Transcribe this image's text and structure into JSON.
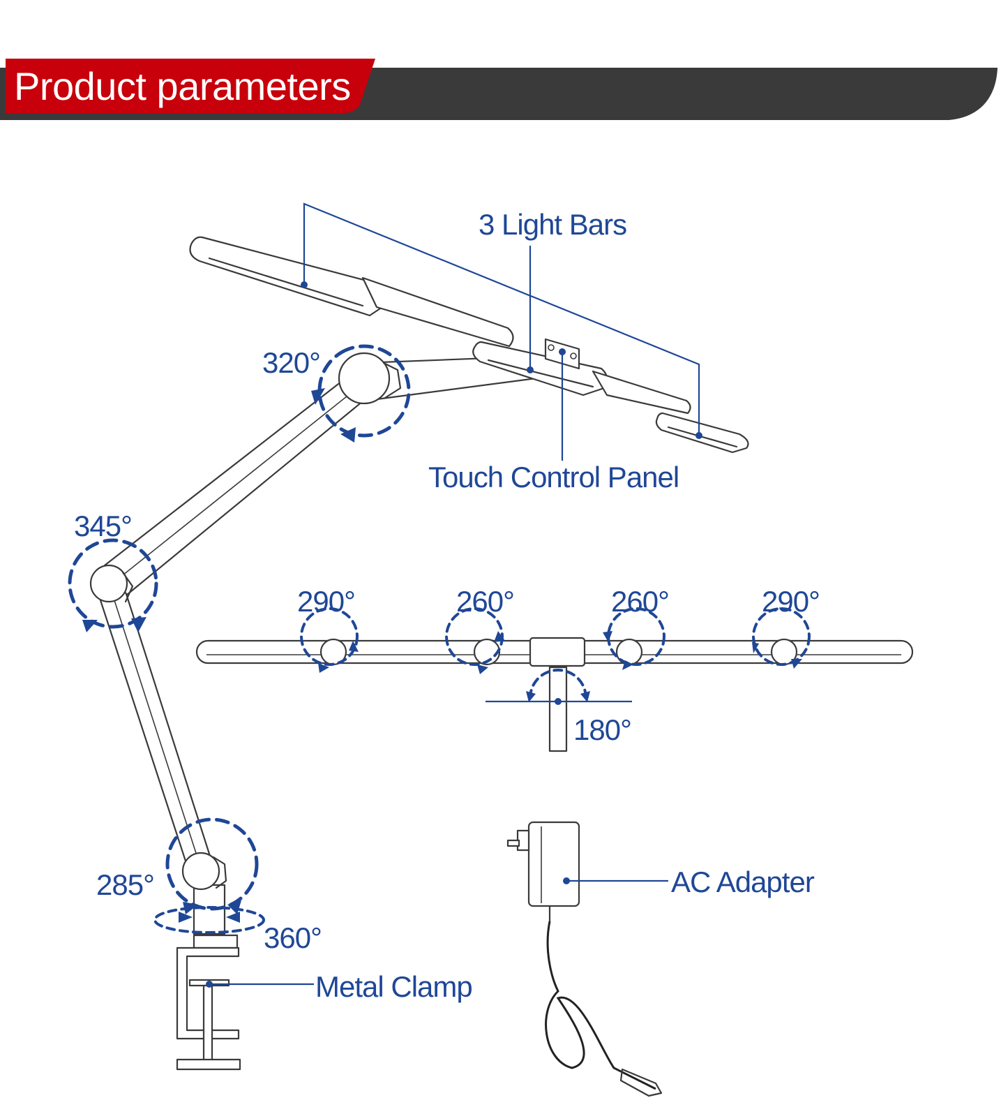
{
  "banner": {
    "title": "Product parameters",
    "colors": {
      "red": "#c7000b",
      "dark": "#3a3a3a"
    }
  },
  "labels": {
    "light_bars": "3 Light Bars",
    "touch_panel": "Touch Control Panel",
    "ac_adapter": "AC Adapter",
    "metal_clamp": "Metal Clamp"
  },
  "angles": {
    "top_joint": "320°",
    "elbow": "345°",
    "base_tilt": "285°",
    "base_swivel": "360°",
    "bar_left_outer": "290°",
    "bar_left_inner": "260°",
    "bar_right_inner": "260°",
    "bar_right_outer": "290°",
    "head_tilt": "180°"
  },
  "colors": {
    "annotation": "#1f4796",
    "outline": "#3a3a3a"
  }
}
